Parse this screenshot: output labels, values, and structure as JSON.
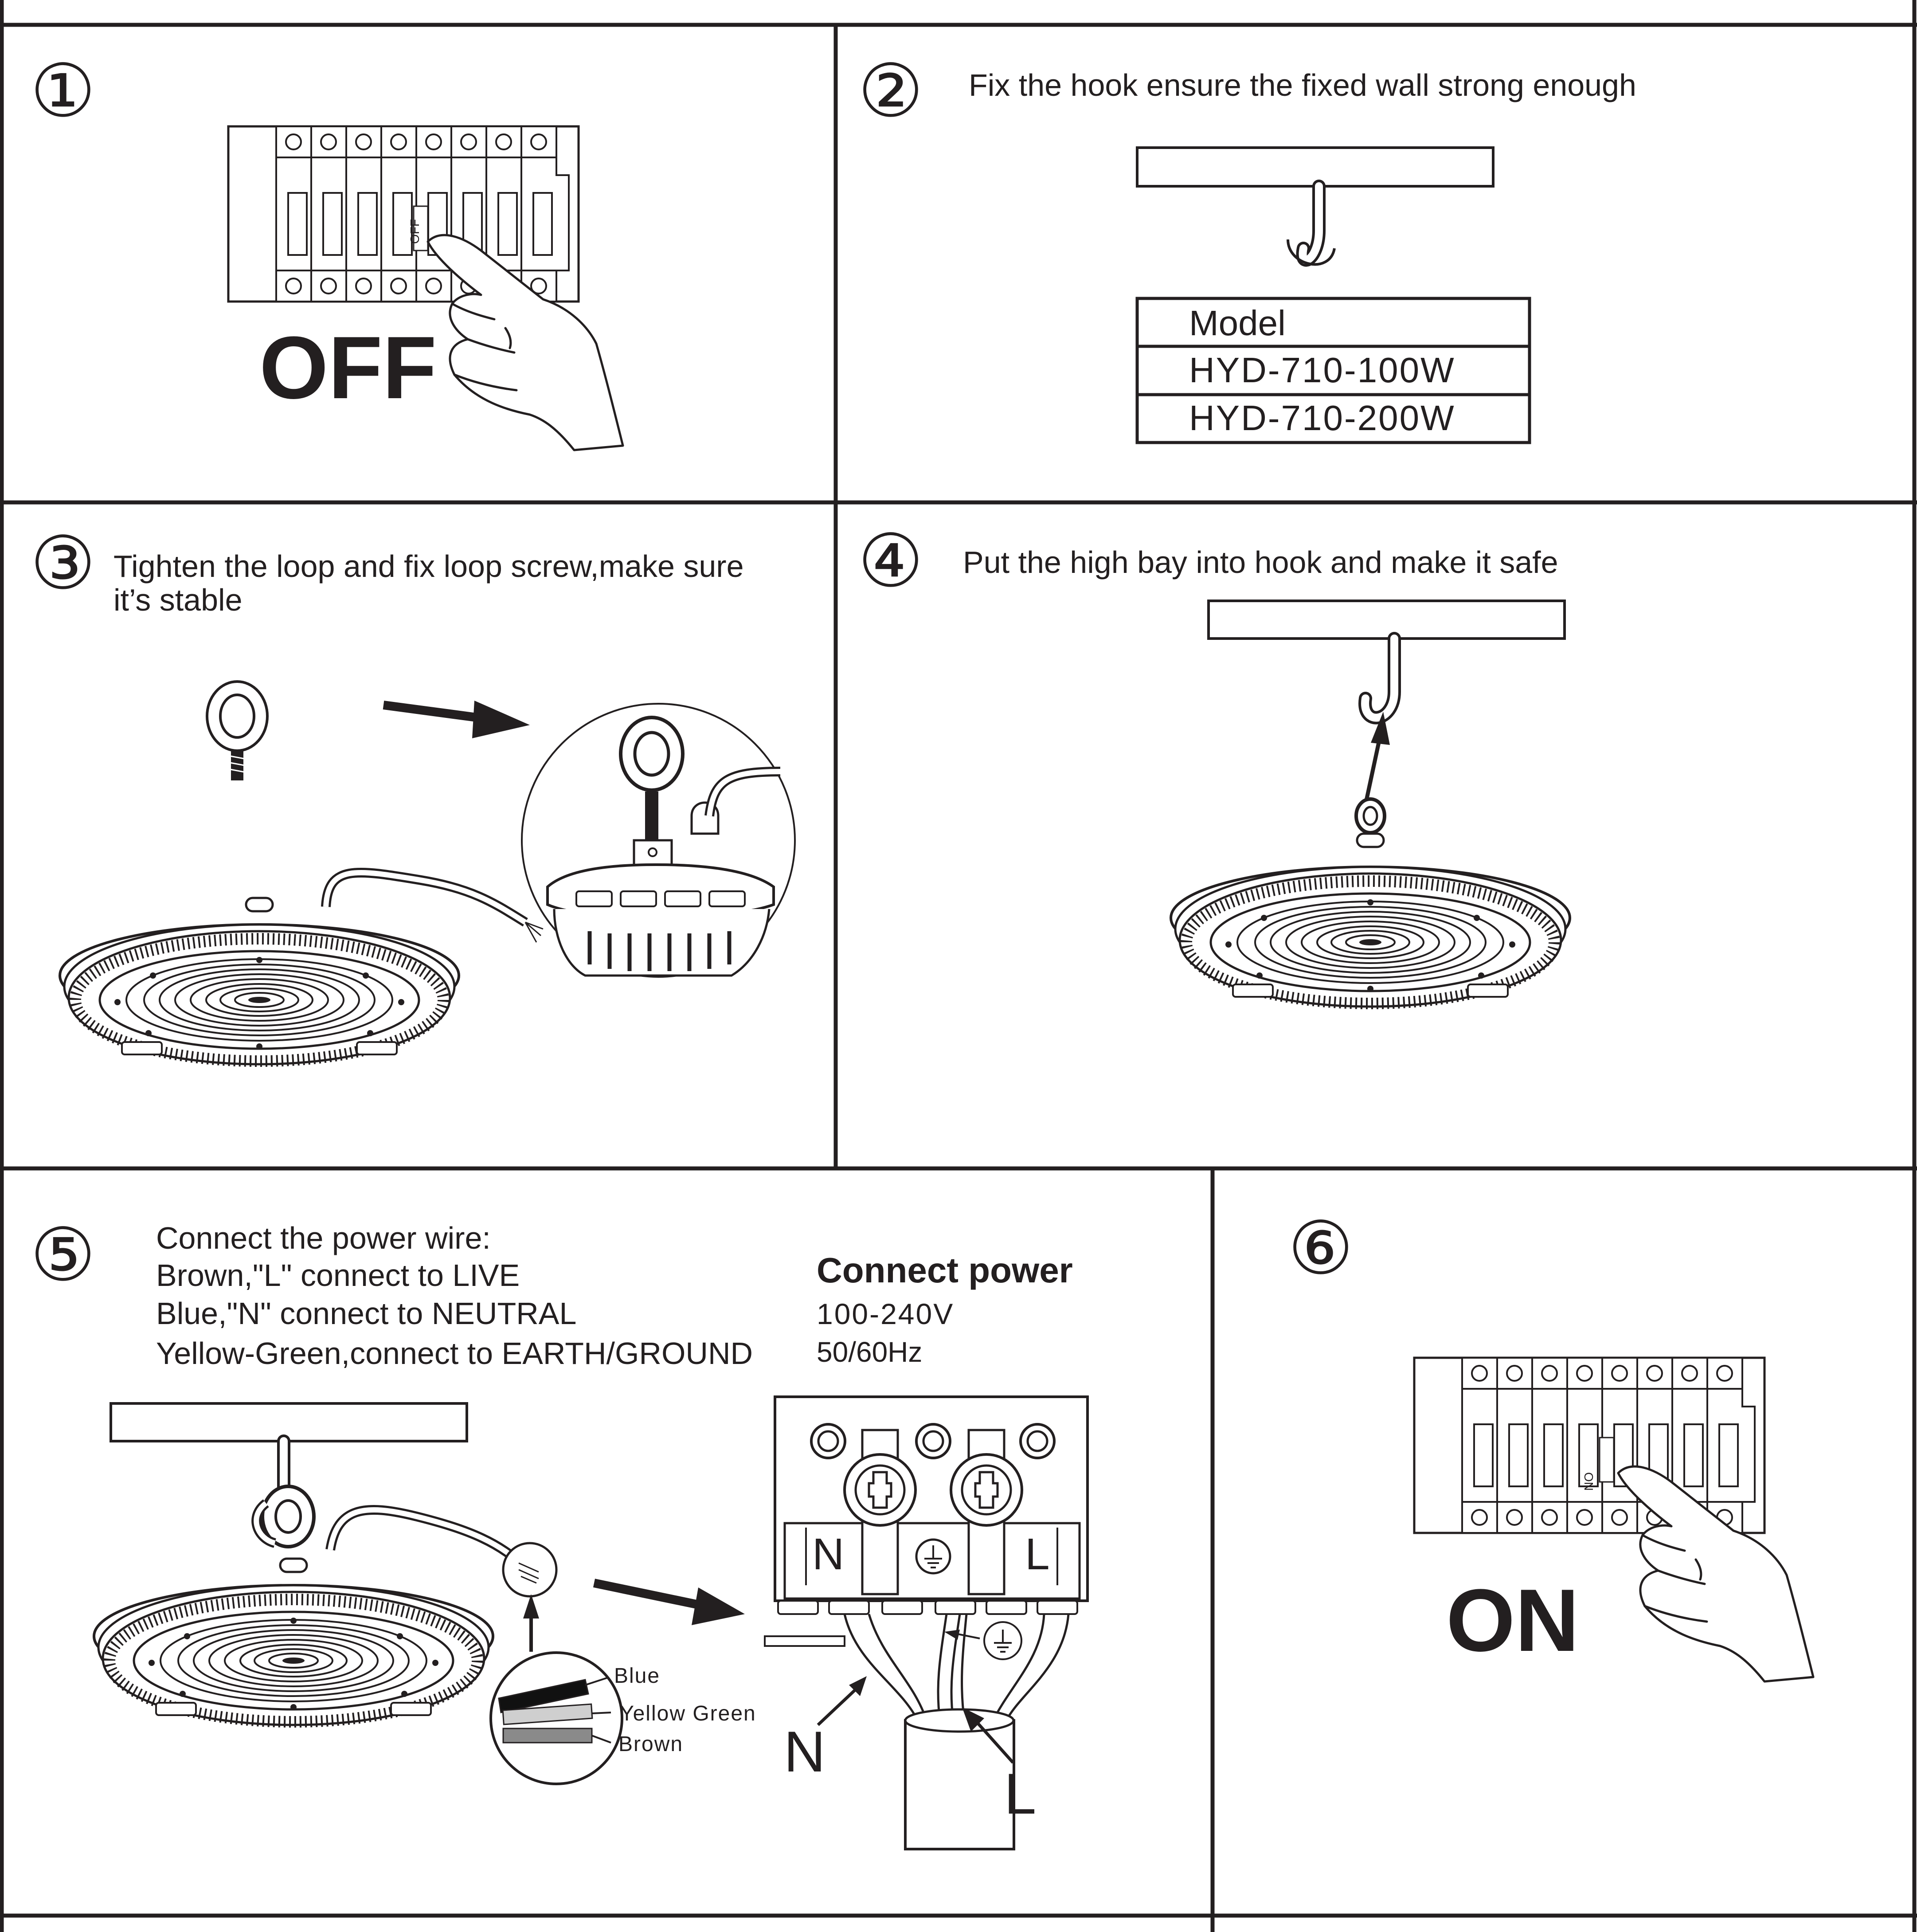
{
  "colors": {
    "ink": "#231f20",
    "background": "#ffffff",
    "wire_blue": "#111111",
    "wire_yellow_green": "#cfcfcf",
    "wire_brown": "#8a8a8a"
  },
  "icons": [
    "breaker-panel-icon",
    "hand-pointer-icon",
    "ceiling-hook-icon",
    "eye-bolt-icon",
    "high-bay-lamp-icon",
    "terminal-block-icon",
    "ground-symbol-icon",
    "arrow-icon",
    "cable-icon"
  ],
  "steps": [
    {
      "number": "①",
      "breaker_label": "OFF",
      "big_label": "OFF"
    },
    {
      "number": "②",
      "text": "Fix the hook ensure the fixed wall strong enough",
      "model_table": {
        "header": "Model",
        "rows": [
          "HYD-710-100W",
          "HYD-710-200W"
        ]
      }
    },
    {
      "number": "③",
      "text_lines": [
        "Tighten the loop and fix loop screw,make sure",
        "it’s stable"
      ]
    },
    {
      "number": "④",
      "text": "Put the high bay into hook and make it safe"
    },
    {
      "number": "⑤",
      "text_lines": [
        "Connect the power wire:",
        "Brown,\"L\" connect to LIVE",
        "Blue,\"N\" connect to NEUTRAL",
        "Yellow-Green,connect to EARTH/GROUND"
      ],
      "power": {
        "title": "Connect power",
        "voltage": "100-240V",
        "frequency": "50/60Hz"
      },
      "wires": [
        "Blue",
        "Yellow Green",
        "Brown"
      ],
      "terminals": {
        "neutral": "N",
        "live": "L"
      },
      "callouts": {
        "neutral": "N",
        "live": "L"
      }
    },
    {
      "number": "⑥",
      "breaker_label": "ON",
      "big_label": "ON"
    }
  ]
}
